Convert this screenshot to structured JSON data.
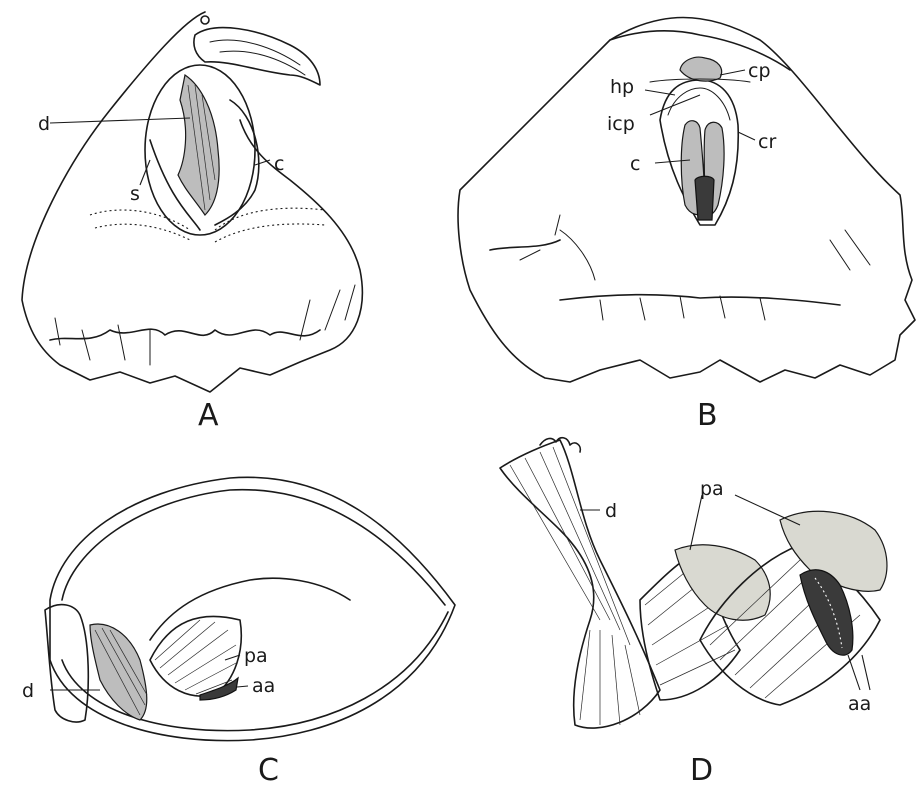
{
  "panels": {
    "A": {
      "letter": "A",
      "labels": {
        "d": "d",
        "s": "s",
        "c": "c"
      }
    },
    "B": {
      "letter": "B",
      "labels": {
        "cp": "cp",
        "hp": "hp",
        "icp": "icp",
        "cr": "cr",
        "c": "c"
      }
    },
    "C": {
      "letter": "C",
      "labels": {
        "d": "d",
        "pa": "pa",
        "aa": "aa"
      }
    },
    "D": {
      "letter": "D",
      "labels": {
        "d": "d",
        "pa": "pa",
        "aa": "aa"
      }
    }
  }
}
